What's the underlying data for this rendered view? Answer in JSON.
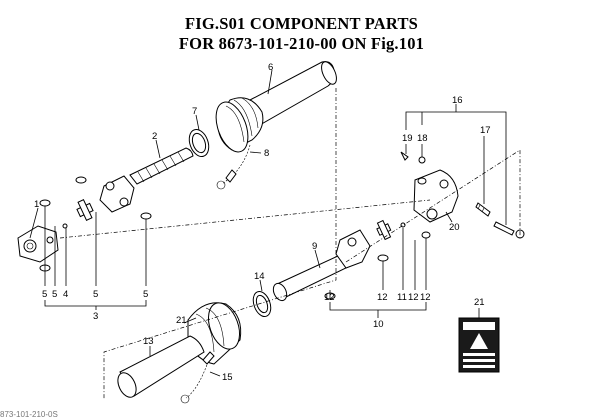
{
  "title_line1": "FIG.S01  COMPONENT PARTS",
  "title_line2": "FOR 8673-101-210-00 ON Fig.101",
  "callouts": {
    "c1": "1",
    "c2": "2",
    "c3": "3",
    "c4": "4",
    "c5a": "5",
    "c5b": "5",
    "c5c": "5",
    "c5d": "5",
    "c6": "6",
    "c7": "7",
    "c8": "8",
    "c9": "9",
    "c10": "10",
    "c11": "11",
    "c12a": "12",
    "c12b": "12",
    "c12c": "12",
    "c12d": "12",
    "c13": "13",
    "c14": "14",
    "c15": "15",
    "c16": "16",
    "c17": "17",
    "c18": "18",
    "c19": "19",
    "c20": "20",
    "c21a": "21",
    "c21b": "21"
  },
  "footer_ref": "873-101-210-0S"
}
